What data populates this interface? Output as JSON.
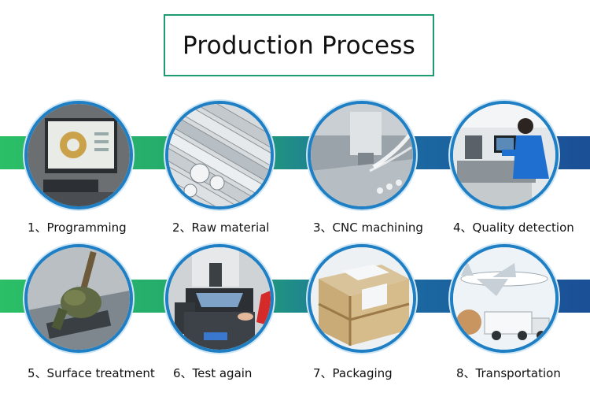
{
  "title": "Production Process",
  "steps": [
    {
      "label": "1、Programming",
      "icon": "computer-programming-icon"
    },
    {
      "label": "2、Raw material",
      "icon": "metal-rods-icon"
    },
    {
      "label": "3、CNC machining",
      "icon": "cnc-machine-icon"
    },
    {
      "label": "4、Quality detection",
      "icon": "quality-inspection-icon"
    },
    {
      "label": "5、Surface treatment",
      "icon": "surface-treatment-icon"
    },
    {
      "label": "6、Test again",
      "icon": "testing-machine-icon"
    },
    {
      "label": "7、Packaging",
      "icon": "wooden-crate-icon"
    },
    {
      "label": "8、Transportation",
      "icon": "airplane-truck-icon"
    }
  ],
  "colors": {
    "title_border": "#1f9b73",
    "band_left": "#2bbf66",
    "band_right": "#1b4f96",
    "circle_border": "#1f7fc4"
  }
}
